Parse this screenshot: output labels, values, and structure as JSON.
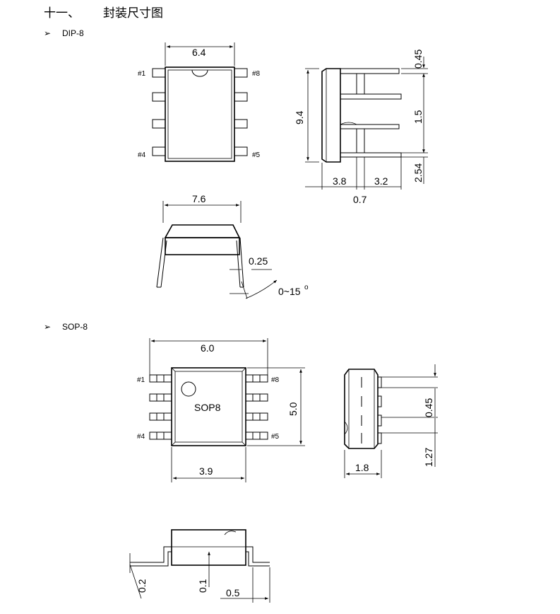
{
  "section": {
    "number": "十一、",
    "title": "封装尺寸图"
  },
  "packages": [
    {
      "name": "DIP-8",
      "bullet": "➢"
    },
    {
      "name": "SOP-8",
      "bullet": "➢"
    }
  ],
  "dip8": {
    "top_width": "6.4",
    "pin1": "#1",
    "pin4": "#4",
    "pin5": "#5",
    "pin8": "#8",
    "side_height": "9.4",
    "lead_width": "0.45",
    "lead_gap": "1.5",
    "pitch": "2.54",
    "body_depth": "3.8",
    "lead_length": "3.2",
    "standoff": "0.7",
    "row_spacing": "7.6",
    "lead_thickness": "0.25",
    "angle": "0~15",
    "angle_unit": "o"
  },
  "sop8": {
    "overall_width": "6.0",
    "body_label": "SOP8",
    "pin1": "#1",
    "pin4": "#4",
    "pin5": "#5",
    "pin8": "#8",
    "body_length": "5.0",
    "body_width": "3.9",
    "lead_width": "0.45",
    "pitch": "1.27",
    "height": "1.8",
    "foot_thickness": "0.2",
    "standoff": "0.1",
    "foot_length": "0.5"
  }
}
